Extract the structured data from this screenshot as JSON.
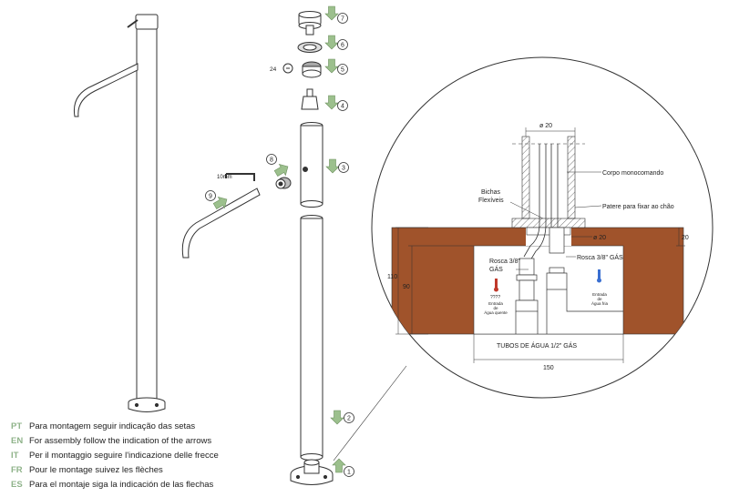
{
  "legend": [
    {
      "code": "PT",
      "text": "Para montagem seguir indicação das setas"
    },
    {
      "code": "EN",
      "text": "For assembly follow the indication of the arrows"
    },
    {
      "code": "IT",
      "text": "Per il montaggio seguire l'indicazione delle frecce"
    },
    {
      "code": "FR",
      "text": "Pour le montage suivez les flèches"
    },
    {
      "code": "ES",
      "text": "Para el montaje siga la indicación de las flechas"
    }
  ],
  "steps": [
    "1",
    "2",
    "3",
    "4",
    "5",
    "6",
    "7",
    "8",
    "9"
  ],
  "part_labels": {
    "key_size": "10mm",
    "screw_size": "24"
  },
  "detail": {
    "dim_phi20_top": "ø 20",
    "dim_phi20_mid": "ø 20",
    "corpo": "Corpo monocomando",
    "patere": "Patere para fixar ao chão",
    "bichas_line1": "Bichas",
    "bichas_line2": "Flexíveis",
    "rosca_left_line1": "Rosca 3/8\"",
    "rosca_left_line2": "GÁS",
    "rosca_right": "Rosca 3/8\" GÁS",
    "hot_marks": "????",
    "hot_line1": "Entrada",
    "hot_line2": "de",
    "hot_line3": "Água quente",
    "cold_line1": "Entrada",
    "cold_line2": "de",
    "cold_line3": "Água fria",
    "tubos": "TUBOS DE ÁGUA 1/2\" GÁS",
    "dim_20": "20",
    "dim_110": "110",
    "dim_90": "90",
    "dim_150": "150"
  },
  "colors": {
    "arrow_fill": "#9cc08d",
    "arrow_stroke": "#6c8f5e",
    "wood": "#a0532b",
    "legend_code": "#8fb38a",
    "hot": "#c0392b",
    "cold": "#3a6fd1"
  }
}
